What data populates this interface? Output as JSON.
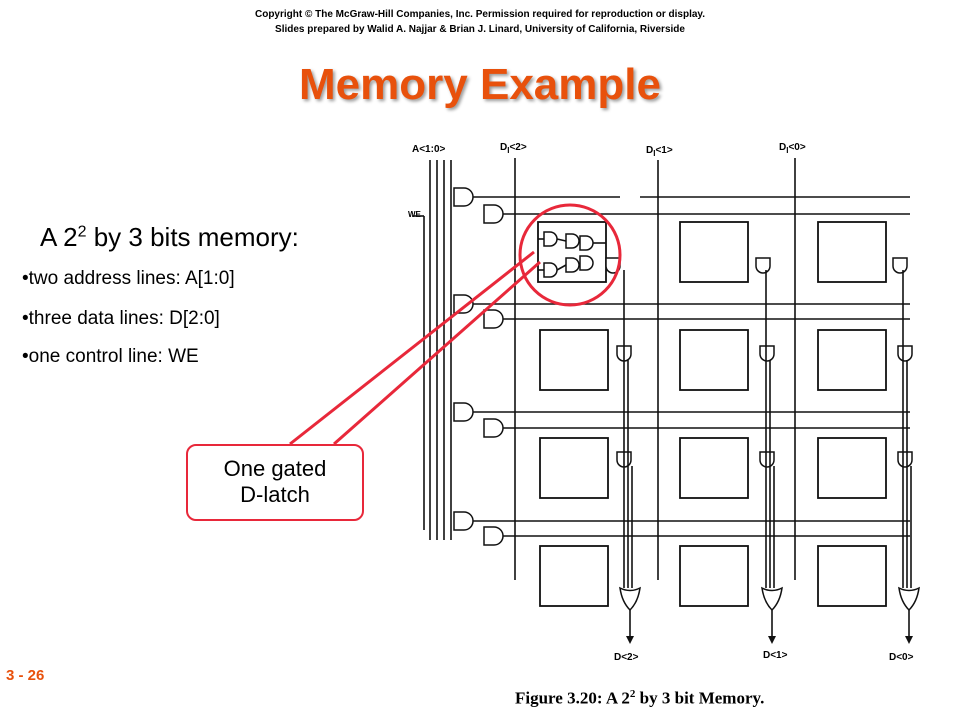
{
  "header": {
    "copyright_line1": "Copyright © The McGraw-Hill Companies, Inc. Permission required for reproduction or display.",
    "copyright_line2": "Slides prepared by Walid A. Najjar & Brian J. Linard, University of California, Riverside"
  },
  "title": "Memory Example",
  "body": {
    "heading_prefix": "A 2",
    "heading_exp": "2",
    "heading_suffix": " by 3 bits memory:",
    "bullets": [
      "•two address lines: A[1:0]",
      "•three data lines: D[2:0]",
      "•one control line: WE"
    ]
  },
  "callout": {
    "line1": "One gated",
    "line2": "D-latch"
  },
  "diagram": {
    "input_labels": {
      "address": "A<1:0>",
      "we": "WE",
      "d2": "D",
      "d1": "D",
      "d0": "D",
      "d2_sub": "I",
      "d1_sub": "I",
      "d0_sub": "I",
      "d2_rest": "<2>",
      "d1_rest": "<1>",
      "d0_rest": "<0>"
    },
    "output_labels": [
      "D<2>",
      "D<1>",
      "D<0>"
    ],
    "colors": {
      "callout_red": "#e8283a",
      "title_orange": "#e8510c"
    }
  },
  "caption": {
    "prefix": "Figure 3.20:  A 2",
    "exp": "2",
    "suffix": " by 3 bit Memory."
  },
  "slide_number": "3 - 26"
}
